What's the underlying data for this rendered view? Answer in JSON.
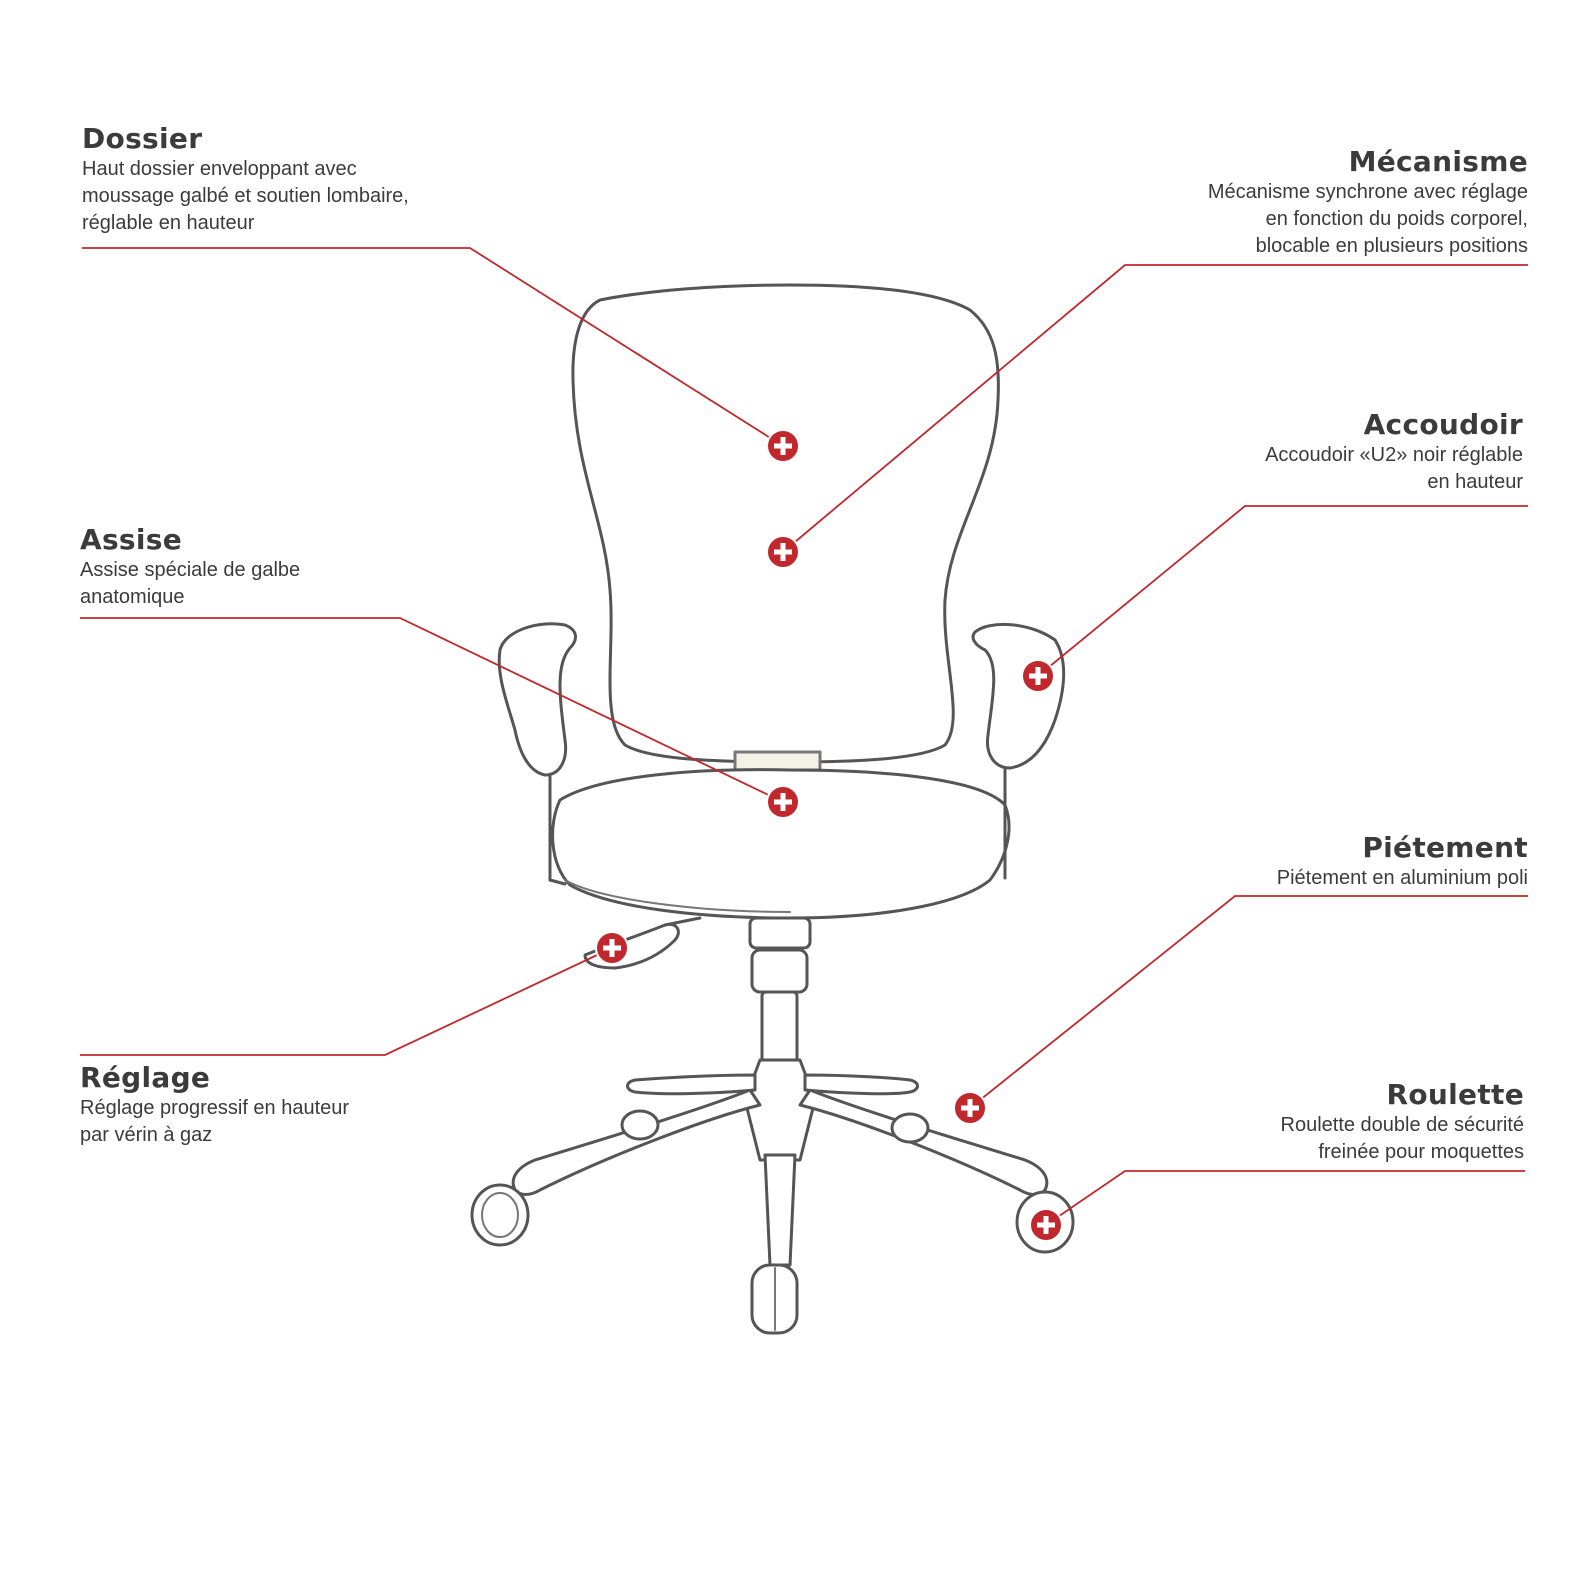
{
  "colors": {
    "accent": "#c0282d",
    "outline": "#555555",
    "text": "#3b3b3b"
  },
  "callouts": [
    {
      "id": "dossier",
      "title": "Dossier",
      "desc": "Haut dossier enveloppant avec\nmoussage galbé et soutien lombaire,\nréglable en hauteur"
    },
    {
      "id": "mecanisme",
      "title": "Mécanisme",
      "desc": "Mécanisme synchrone avec réglage\nen fonction du poids corporel,\nblocable en plusieurs positions"
    },
    {
      "id": "accoudoir",
      "title": "Accoudoir",
      "desc": "Accoudoir «U2» noir réglable\nen hauteur"
    },
    {
      "id": "assise",
      "title": "Assise",
      "desc": "Assise spéciale de galbe\nanatomique"
    },
    {
      "id": "pietement",
      "title": "Piétement",
      "desc": "Piétement en aluminium poli"
    },
    {
      "id": "reglage",
      "title": "Réglage",
      "desc": "Réglage progressif en hauteur\npar vérin à gaz"
    },
    {
      "id": "roulette",
      "title": "Roulette",
      "desc": "Roulette double de sécurité\nfreinée pour moquettes"
    }
  ],
  "icons": {
    "hotspot": "plus-circle-icon"
  }
}
